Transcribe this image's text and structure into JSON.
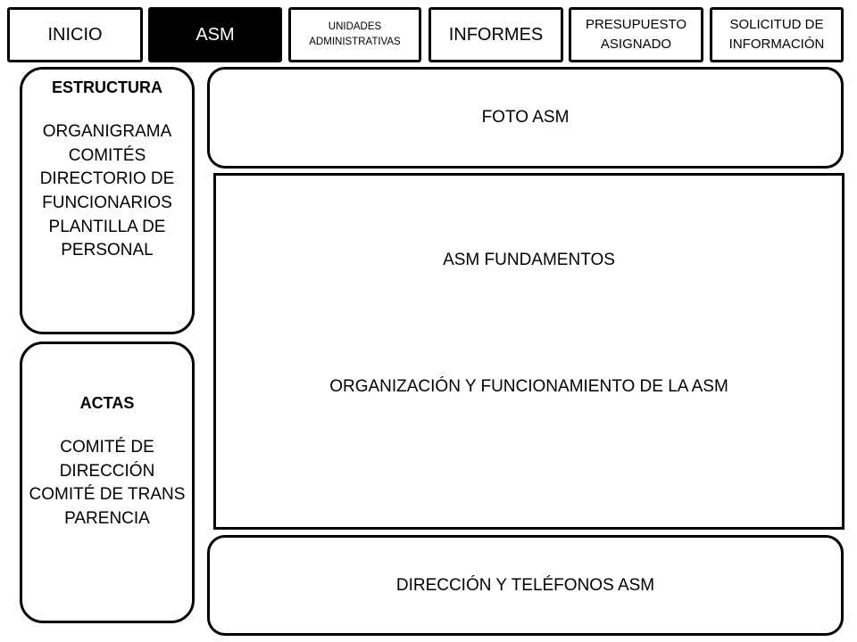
{
  "nav": {
    "tabs": [
      {
        "label": "INICIO",
        "active": false
      },
      {
        "label": "ASM",
        "active": true
      },
      {
        "label": "UNIDADES ADMINISTRATIVAS",
        "active": false
      },
      {
        "label": "INFORMES",
        "active": false
      },
      {
        "label": "PRESUPUESTO ASIGNADO",
        "active": false
      },
      {
        "label": "SOLICITUD DE INFORMACIÓN",
        "active": false
      }
    ]
  },
  "sidebar": {
    "estructura": {
      "title": "ESTRUCTURA",
      "items": [
        "ORGANIGRAMA",
        "COMITÉS",
        "DIRECTORIO DE FUNCIONARIOS",
        "PLANTILLA DE PERSONAL"
      ]
    },
    "actas": {
      "title": "ACTAS",
      "items": [
        "COMITÉ DE DIRECCIÓN",
        "COMITÉ DE TRANSPARENCIA"
      ]
    }
  },
  "main": {
    "photo_label": "FOTO ASM",
    "fundamentos_title": "ASM FUNDAMENTOS",
    "organizacion_label": "ORGANIZACIÓN Y FUNCIONAMIENTO DE LA ASM",
    "direccion_label": "DIRECCIÓN Y TELÉFONOS ASM"
  },
  "colors": {
    "active_tab_bg": "#000000",
    "border": "#000000",
    "background": "#ffffff"
  }
}
